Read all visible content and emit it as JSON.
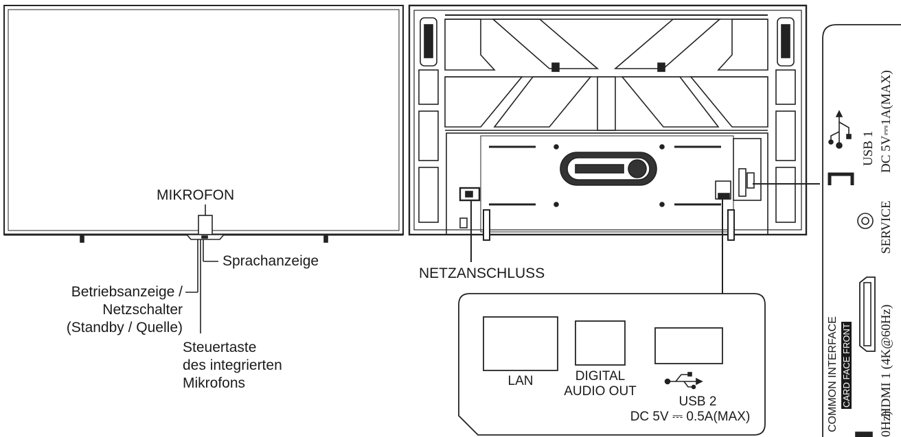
{
  "front_view": {
    "mikrofon": "MIKROFON",
    "sprachanzeige": "Sprachanzeige",
    "betriebsanzeige": [
      "Betriebsanzeige /",
      "Netzschalter",
      "(Standby / Quelle)"
    ],
    "steuertaste": [
      "Steuertaste",
      "des integrierten",
      "Mikrofons"
    ]
  },
  "rear_view": {
    "netzanschluss": "NETZANSCHLUSS"
  },
  "bottom_panel": {
    "lan": "LAN",
    "digital_audio_out": [
      "DIGITAL",
      "AUDIO OUT"
    ],
    "usb2": "USB 2",
    "usb2_power": "DC 5V ⎓ 0.5A(MAX)"
  },
  "side_panel": {
    "usb1": "USB 1",
    "usb1_power": "DC 5V⎓1A(MAX)",
    "service": "SERVICE",
    "hdmi1": "HDMI 1 (4K@60Hz)",
    "common_interface": "COMMON INTERFACE",
    "card_face_front": "CARD FACE FRONT",
    "hdmi_partial": "0Hz)"
  }
}
